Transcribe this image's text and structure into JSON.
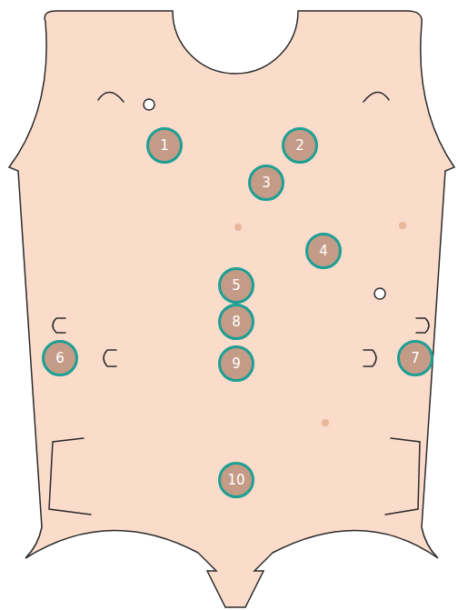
{
  "diagram": {
    "nodes": [
      {
        "text": [
          "1"
        ]
      },
      {
        "text": [
          "2"
        ]
      },
      {
        "text": [
          "3"
        ]
      },
      {
        "text": [
          "4"
        ]
      },
      {
        "text": [
          "5"
        ]
      },
      {
        "text": [
          "8"
        ]
      },
      {
        "text": [
          "6"
        ]
      },
      {
        "text": [
          "9"
        ]
      },
      {
        "text": [
          "7"
        ]
      },
      {
        "text": [
          "10"
        ]
      }
    ]
  }
}
